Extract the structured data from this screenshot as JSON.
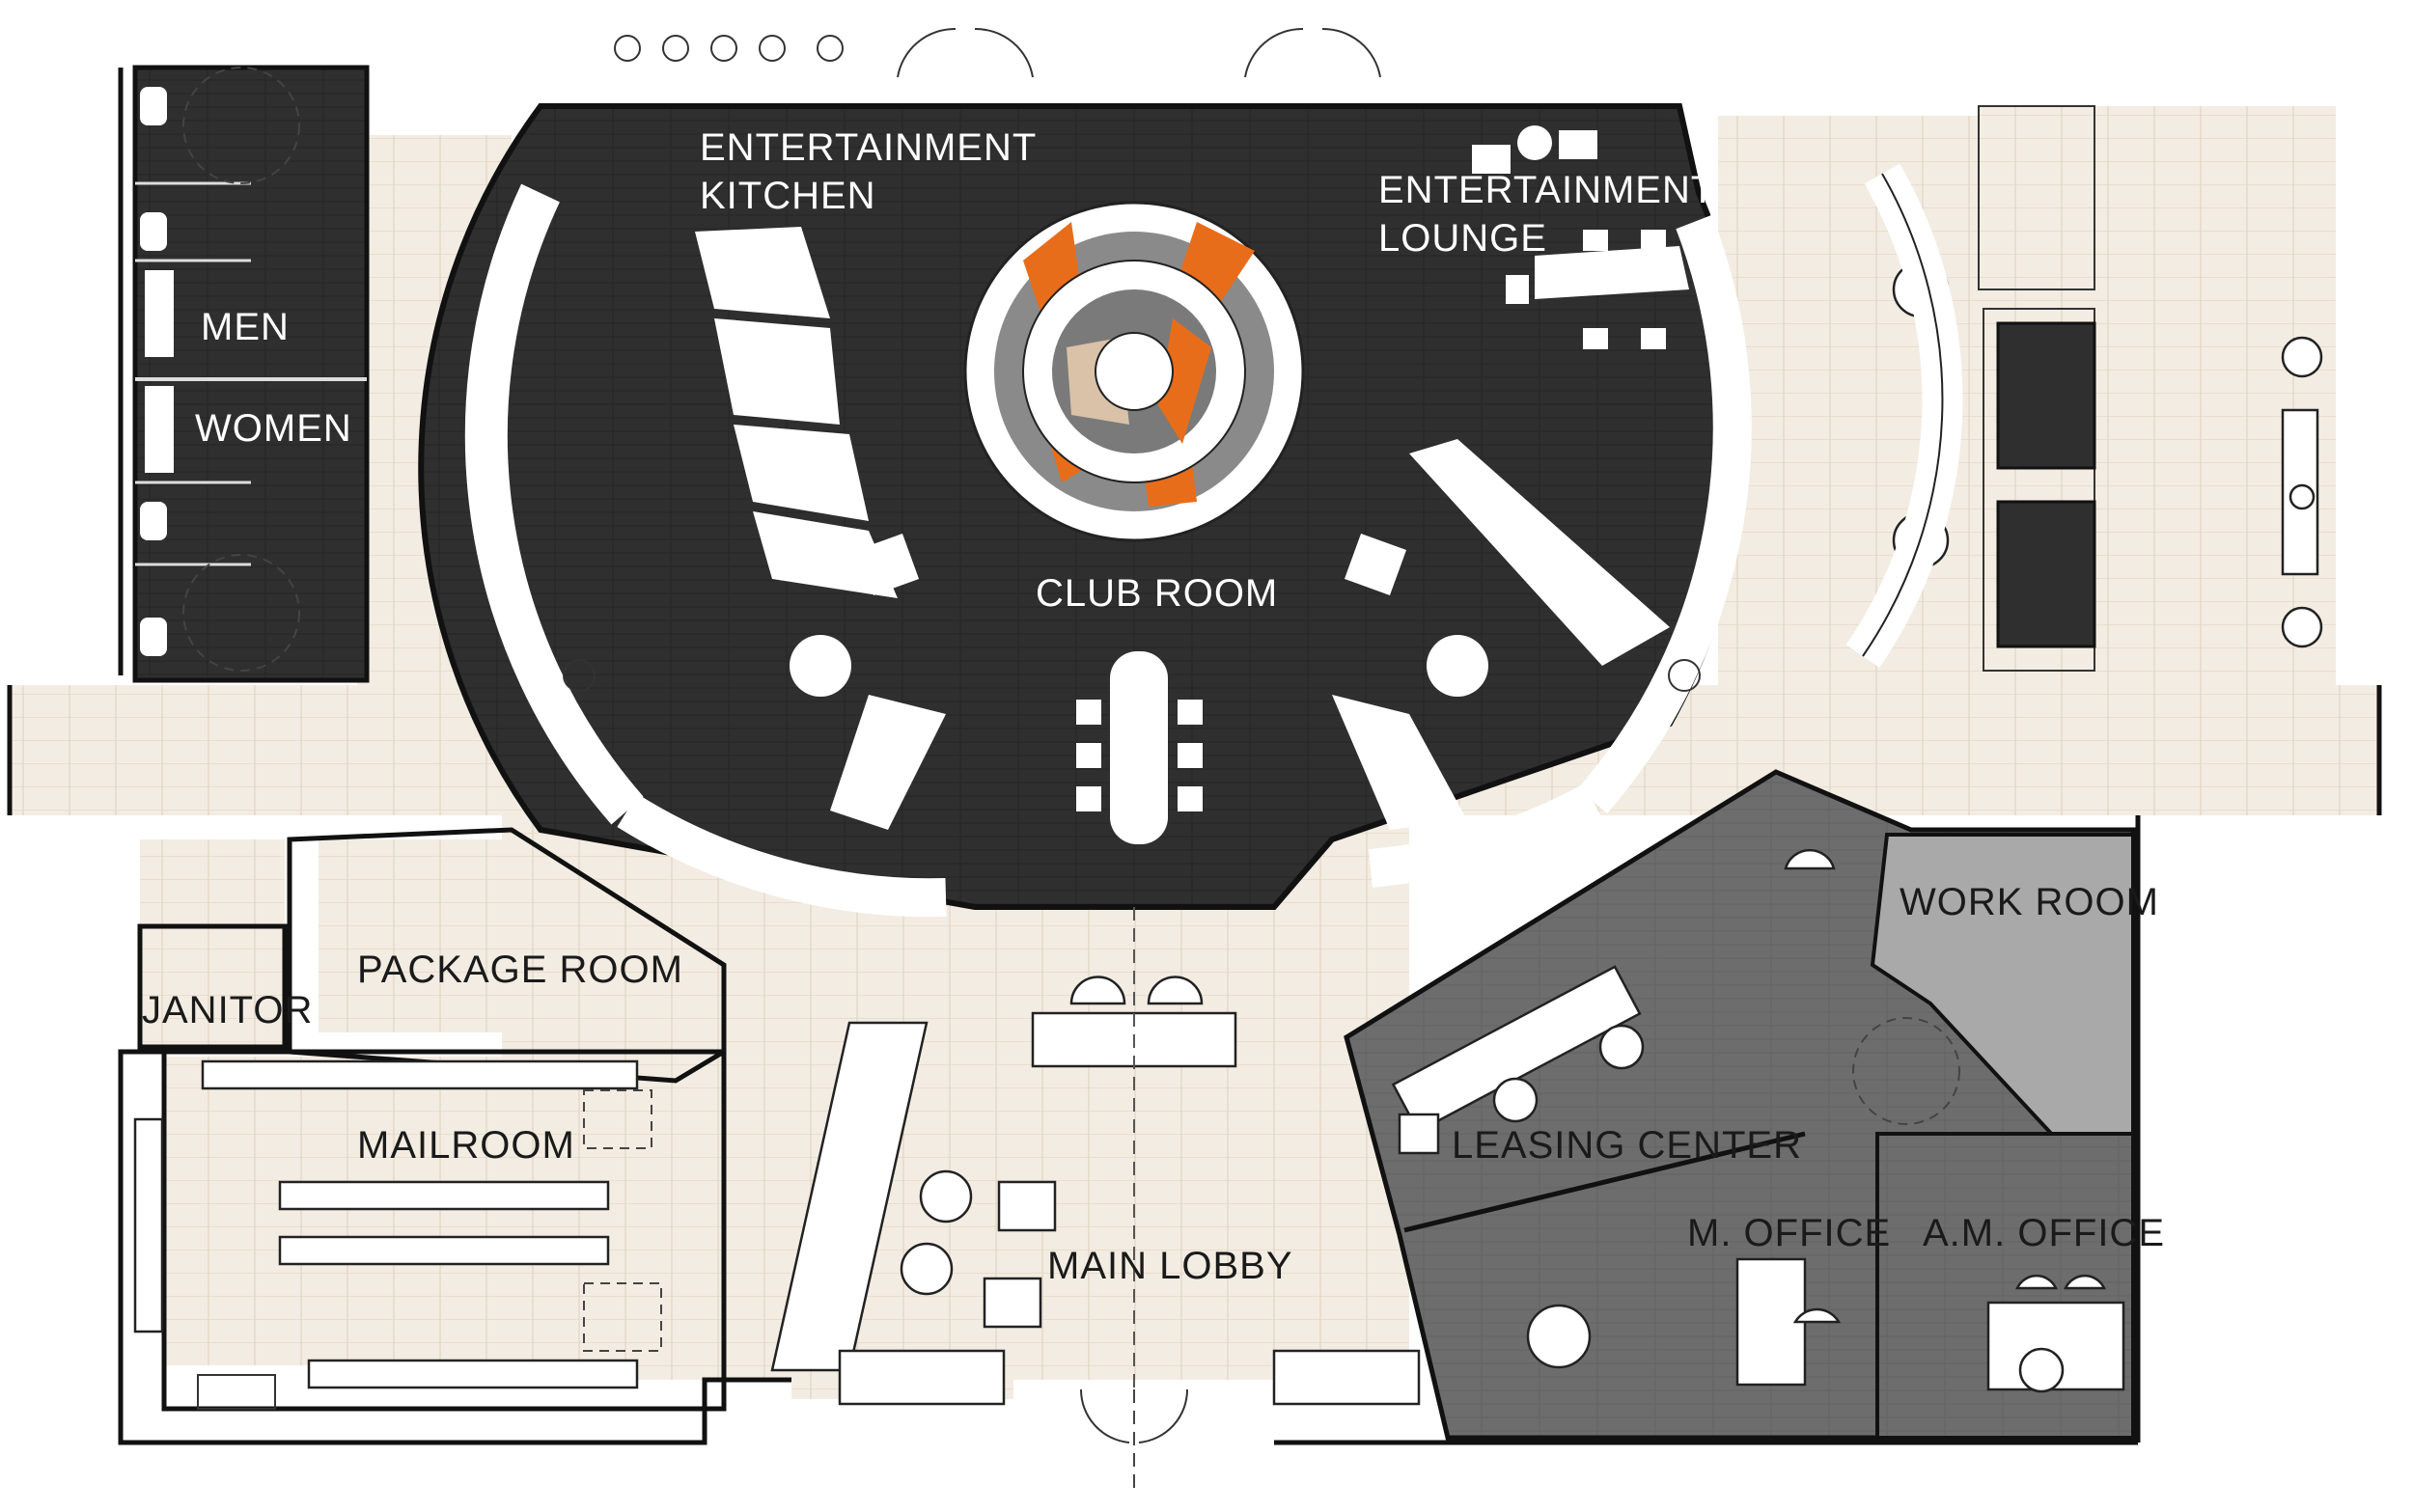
{
  "rooms": {
    "entertainment_kitchen": [
      "ENTERTAINMENT",
      "KITCHEN"
    ],
    "entertainment_lounge": [
      "ENTERTAINMENT",
      "LOUNGE"
    ],
    "men": "MEN",
    "women": "WOMEN",
    "club_room": "CLUB ROOM",
    "package_room": "PACKAGE ROOM",
    "janitor": "JANITOR",
    "mailroom": "MAILROOM",
    "main_lobby": "MAIN LOBBY",
    "work_room": "WORK ROOM",
    "leasing_center": "LEASING CENTER",
    "m_office": "M. OFFICE",
    "am_office": "A.M. OFFICE"
  },
  "colors": {
    "dark_floor": "#2f2f2f",
    "tile_floor": "#f3ece2",
    "office_floor": "#6d6d6d",
    "work_room_floor": "#a9a9a9",
    "rug_accent": "#e86d1a",
    "rug_gray": "#8a8a8a",
    "walls": "#111111"
  }
}
